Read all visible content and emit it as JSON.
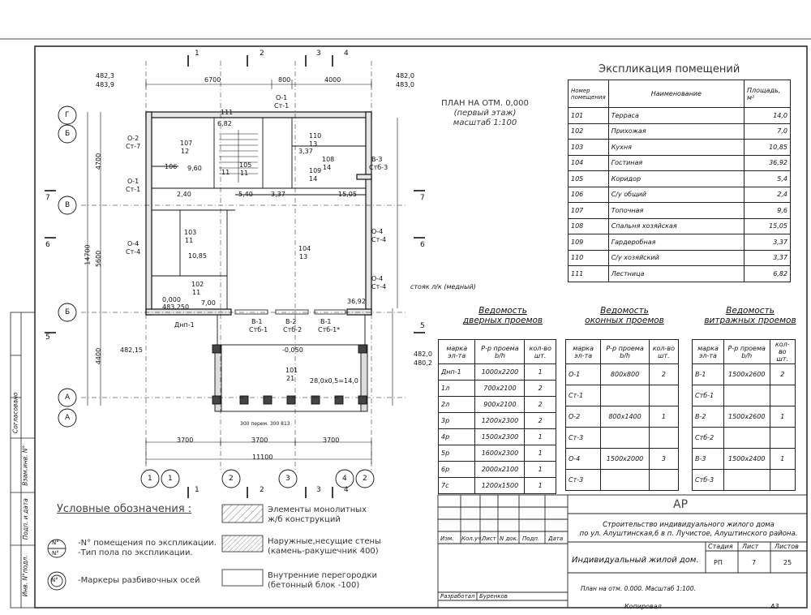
{
  "plan_title": {
    "line1": "ПЛАН НА ОТМ. 0,000",
    "line2": "(первый этаж)",
    "line3": "масштаб 1:100"
  },
  "explication": {
    "title": "Экспликация помещений",
    "headers": [
      "Номер помещения",
      "Наименование",
      "Площадь, м²"
    ],
    "rows": [
      [
        "101",
        "Терраса",
        "14,0"
      ],
      [
        "102",
        "Прихожая",
        "7,0"
      ],
      [
        "103",
        "Кухня",
        "10,85"
      ],
      [
        "104",
        "Гостиная",
        "36,92"
      ],
      [
        "105",
        "Коридор",
        "5,4"
      ],
      [
        "106",
        "С/у общий",
        "2,4"
      ],
      [
        "107",
        "Топочная",
        "9,6"
      ],
      [
        "108",
        "Спальня хозяйская",
        "15,05"
      ],
      [
        "109",
        "Гардеробная",
        "3,37"
      ],
      [
        "110",
        "С/у хозяйский",
        "3,37"
      ],
      [
        "111",
        "Лестница",
        "6,82"
      ]
    ]
  },
  "doors": {
    "title_line1": "Ведомость",
    "title_line2": "дверных проемов",
    "headers": [
      "марка эл-та",
      "Р-р проема b/h",
      "кол-во шт."
    ],
    "rows": [
      [
        "Днп-1",
        "1000х2200",
        "1"
      ],
      [
        "1л",
        "700х2100",
        "2"
      ],
      [
        "2л",
        "900х2100",
        "2"
      ],
      [
        "3р",
        "1200х2300",
        "2"
      ],
      [
        "4р",
        "1500х2300",
        "1"
      ],
      [
        "5р",
        "1600х2300",
        "1"
      ],
      [
        "6р",
        "2000х2100",
        "1"
      ],
      [
        "7с",
        "1200х1500",
        "1"
      ]
    ]
  },
  "windows": {
    "title_line1": "Ведомость",
    "title_line2": "оконных проемов",
    "headers": [
      "марка эл-та",
      "Р-р проема b/h",
      "кол-во шт."
    ],
    "rows": [
      [
        "О-1",
        "800х800",
        "2"
      ],
      [
        "Ст-1",
        "",
        ""
      ],
      [
        "О-2",
        "800х1400",
        "1"
      ],
      [
        "Ст-3",
        "",
        ""
      ],
      [
        "О-4",
        "1500х2000",
        "3"
      ],
      [
        "Ст-3",
        "",
        ""
      ]
    ]
  },
  "stained": {
    "title_line1": "Ведомость",
    "title_line2": "витражных проемов",
    "headers": [
      "марка эл-та",
      "Р-р проема b/h",
      "кол-во шт."
    ],
    "rows": [
      [
        "В-1",
        "1500х2600",
        "2"
      ],
      [
        "Стб-1",
        "",
        ""
      ],
      [
        "В-2",
        "1500х2600",
        "1"
      ],
      [
        "Стб-2",
        "",
        ""
      ],
      [
        "В-3",
        "1500х2400",
        "1"
      ],
      [
        "Стб-3",
        "",
        ""
      ]
    ]
  },
  "legend": {
    "title": "Условные обозначения :",
    "room_label": "-N° помещения по экспликации.",
    "floor_label": "-Тип пола по экспликации.",
    "axis_label": "-Маркеры разбивочных осей",
    "monolith_1": "Элементы монолитных",
    "monolith_2": "ж/б конструкций",
    "outer_1": "Наружные,несущие стены",
    "outer_2": "(камень-ракушечник 400)",
    "inner_1": "Внутренние перегородки",
    "inner_2": "(бетонный блок -100)",
    "sym_top": "N°",
    "sym_bot": "N°"
  },
  "stamp": {
    "code": "АР",
    "project_1": "Строительство индивидуального жилого дома",
    "project_2": "по ул. Алуштинская,6 в п. Лучистое, Алуштинского района.",
    "object": "Индивидуальный жилой дом.",
    "sheet_name": "План на отм. 0.000. Масштаб 1:100.",
    "col_headers": [
      "Изм.",
      "Кол.уч.",
      "Лист",
      "N док.",
      "Подп.",
      "Дата"
    ],
    "stage_label": "Стадия",
    "sheet_label": "Лист",
    "sheets_label": "Листов",
    "stage": "РП",
    "sheet": "7",
    "sheets": "25",
    "developed": "Разработал",
    "author": "Буренков",
    "copied": "Копировал",
    "format": "А3"
  },
  "side_stamp": {
    "agreed": "Согласовано",
    "inv_vzam": "Взам.инв. N°",
    "sign_date": "Подп. и дата",
    "inv_podl": "Инв. N°подл."
  },
  "plan": {
    "dims_top": [
      "6700",
      "800",
      "4000"
    ],
    "dims_bottom_main": [
      "3700",
      "3700",
      "3700"
    ],
    "dim_total": "11100",
    "dim_left_total": "14700",
    "dim_left": [
      "4700",
      "5600",
      "4400"
    ],
    "levels": [
      "482,3",
      "483,9",
      "482,0",
      "483,0",
      "482,0",
      "480,2",
      "482,15",
      "483,250"
    ],
    "axes_letters": [
      "Г",
      "Б",
      "В",
      "Б",
      "А",
      "А"
    ],
    "axes_numbers": [
      "1",
      "1",
      "2",
      "3",
      "4",
      "2"
    ],
    "section_marks": [
      "1",
      "2",
      "3",
      "4",
      "5",
      "6",
      "7"
    ],
    "window_tags": [
      "О-1",
      "Ст-1",
      "О-2",
      "Ст-7",
      "О-1",
      "Ст-1",
      "О-4",
      "Ст-4",
      "О-4",
      "Ст-4",
      "О-4",
      "Ст-4",
      "В-3",
      "Стб-3",
      "В-1",
      "Стб-1",
      "В-2",
      "Стб-2",
      "В-1",
      "Стб-1*",
      "Днп-1"
    ],
    "areas": [
      "6,82",
      "3,37",
      "9,60",
      "3,37",
      "15,05",
      "2,40",
      "5,40",
      "10,85",
      "36,92",
      "7,00",
      "0,000",
      "-0,050"
    ],
    "rooms": [
      "111",
      "107",
      "106",
      "110",
      "108",
      "109",
      "105",
      "103",
      "104",
      "102",
      "101"
    ],
    "floor_types": [
      "12",
      "11",
      "13",
      "14",
      "14",
      "11",
      "11",
      "13",
      "11",
      "21"
    ],
    "terrace_note": "28,0х0,5=14,0",
    "stoyak": "стояк л/к (медный)",
    "pilasters": "300 перем. 300 813"
  }
}
